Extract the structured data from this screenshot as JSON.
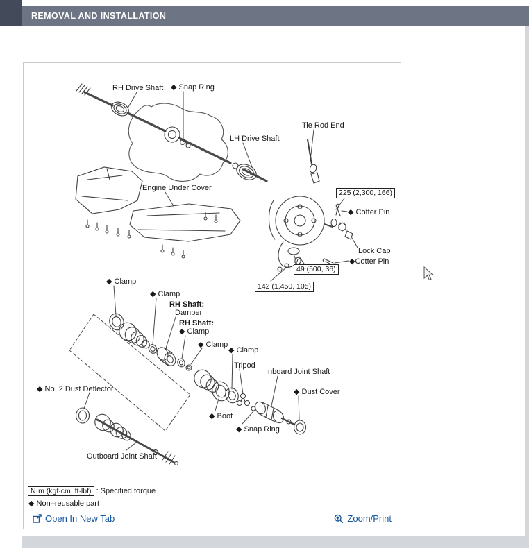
{
  "header": {
    "title": "REMOVAL AND INSTALLATION"
  },
  "figure": {
    "labels": {
      "rh_drive_shaft": "RH Drive Shaft",
      "snap_ring_top": "◆ Snap Ring",
      "lh_drive_shaft": "LH Drive Shaft",
      "tie_rod_end": "Tie Rod End",
      "engine_under_cover": "Engine Under Cover",
      "cotter_pin_1": "◆ Cotter Pin",
      "lock_cap": "Lock Cap",
      "cotter_pin_2": "◆Cotter Pin",
      "clamp_1": "◆ Clamp",
      "clamp_2": "◆ Clamp",
      "rh_shaft_damper_title": "RH Shaft:",
      "rh_shaft_damper": "Damper",
      "rh_shaft_clamp_title": "RH Shaft:",
      "rh_shaft_clamp": "◆ Clamp",
      "clamp_3": "◆ Clamp",
      "clamp_4": "◆ Clamp",
      "tripod": "Tripod",
      "inboard_joint_shaft": "Inboard Joint Shaft",
      "dust_cover": "◆ Dust Cover",
      "no2_dust_deflector": "◆ No. 2 Dust Deflector",
      "boot": "◆ Boot",
      "snap_ring_bottom": "◆ Snap Ring",
      "outboard_joint_shaft": "Outboard Joint Shaft"
    },
    "torque_specs": {
      "spec_225": "225 (2,300, 166)",
      "spec_49": "49 (500, 36)",
      "spec_142": "142 (1,450, 105)"
    },
    "legend": {
      "torque_unit_box": "N·m (kgf·cm, ft·lbf)",
      "torque_note": ":  Specified torque",
      "non_reusable_note": "◆ Non–reusable part"
    },
    "footer": {
      "open_in_new_tab": "Open In New Tab",
      "zoom_print": "Zoom/Print"
    }
  },
  "colors": {
    "header_bg": "#6d7585",
    "link": "#17559c"
  }
}
